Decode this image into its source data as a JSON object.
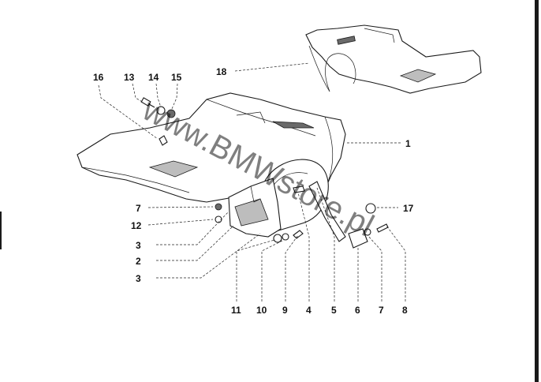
{
  "watermark": "www.BMWstore.pl",
  "callouts": [
    {
      "id": "16",
      "label": "16"
    },
    {
      "id": "13",
      "label": "13"
    },
    {
      "id": "14",
      "label": "14"
    },
    {
      "id": "15",
      "label": "15"
    },
    {
      "id": "18",
      "label": "18"
    },
    {
      "id": "1",
      "label": "1"
    },
    {
      "id": "17",
      "label": "17"
    },
    {
      "id": "7a",
      "label": "7"
    },
    {
      "id": "12",
      "label": "12"
    },
    {
      "id": "3a",
      "label": "3"
    },
    {
      "id": "2",
      "label": "2"
    },
    {
      "id": "3b",
      "label": "3"
    },
    {
      "id": "11",
      "label": "11"
    },
    {
      "id": "10",
      "label": "10"
    },
    {
      "id": "9",
      "label": "9"
    },
    {
      "id": "4",
      "label": "4"
    },
    {
      "id": "5",
      "label": "5"
    },
    {
      "id": "6",
      "label": "6"
    },
    {
      "id": "7b",
      "label": "7"
    },
    {
      "id": "8",
      "label": "8"
    }
  ]
}
